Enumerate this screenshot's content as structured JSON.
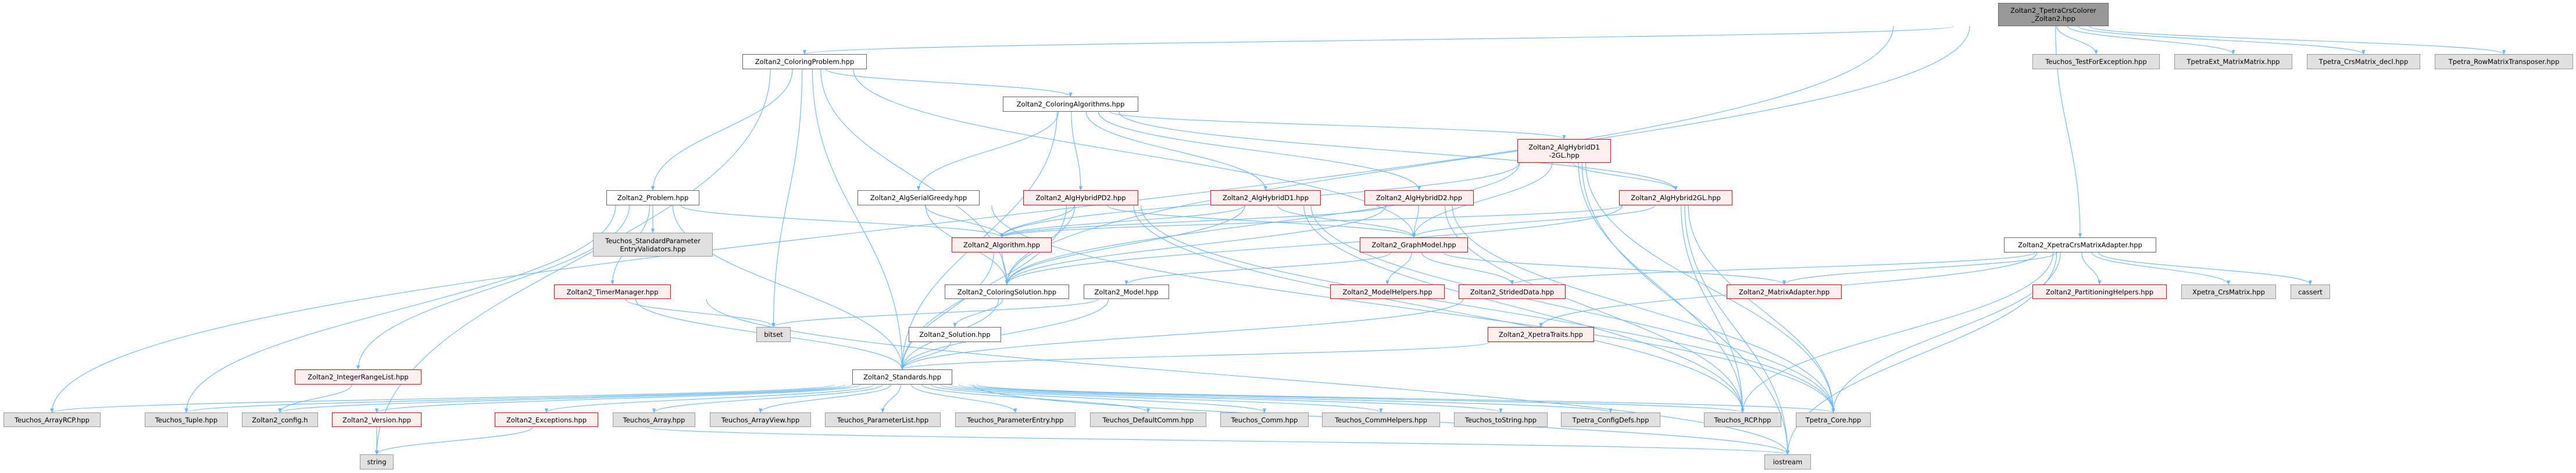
{
  "graph": {
    "edge_color": "#63b8ff",
    "nodes": [
      {
        "id": "root",
        "label": "Zoltan2_TpetraCrsColorer\n_Zoltan2.hpp",
        "kind": "root"
      },
      {
        "id": "colprob",
        "label": "Zoltan2_ColoringProblem.hpp",
        "kind": "doc"
      },
      {
        "id": "testexc",
        "label": "Teuchos_TestForException.hpp",
        "kind": "ext"
      },
      {
        "id": "mm",
        "label": "TpetraExt_MatrixMatrix.hpp",
        "kind": "ext"
      },
      {
        "id": "crsdecl",
        "label": "Tpetra_CrsMatrix_decl.hpp",
        "kind": "ext"
      },
      {
        "id": "rmt",
        "label": "Tpetra_RowMatrixTransposer.hpp",
        "kind": "ext"
      },
      {
        "id": "colalg",
        "label": "Zoltan2_ColoringAlgorithms.hpp",
        "kind": "doc"
      },
      {
        "id": "d12gl",
        "label": "Zoltan2_AlgHybridD1\n-2GL.hpp",
        "kind": "red"
      },
      {
        "id": "problem",
        "label": "Zoltan2_Problem.hpp",
        "kind": "doc"
      },
      {
        "id": "greedy",
        "label": "Zoltan2_AlgSerialGreedy.hpp",
        "kind": "doc"
      },
      {
        "id": "pd2",
        "label": "Zoltan2_AlgHybridPD2.hpp",
        "kind": "red"
      },
      {
        "id": "d1",
        "label": "Zoltan2_AlgHybridD1.hpp",
        "kind": "red"
      },
      {
        "id": "d2",
        "label": "Zoltan2_AlgHybridD2.hpp",
        "kind": "red"
      },
      {
        "id": "h2gl",
        "label": "Zoltan2_AlgHybrid2GL.hpp",
        "kind": "red"
      },
      {
        "id": "validators",
        "label": "Teuchos_StandardParameter\nEntryValidators.hpp",
        "kind": "ext"
      },
      {
        "id": "algorithm",
        "label": "Zoltan2_Algorithm.hpp",
        "kind": "red"
      },
      {
        "id": "graphmodel",
        "label": "Zoltan2_GraphModel.hpp",
        "kind": "red"
      },
      {
        "id": "xcrsadapter",
        "label": "Zoltan2_XpetraCrsMatrixAdapter.hpp",
        "kind": "doc"
      },
      {
        "id": "timer",
        "label": "Zoltan2_TimerManager.hpp",
        "kind": "red"
      },
      {
        "id": "colsol",
        "label": "Zoltan2_ColoringSolution.hpp",
        "kind": "doc"
      },
      {
        "id": "model",
        "label": "Zoltan2_Model.hpp",
        "kind": "doc"
      },
      {
        "id": "modelhelpers",
        "label": "Zoltan2_ModelHelpers.hpp",
        "kind": "red"
      },
      {
        "id": "strided",
        "label": "Zoltan2_StridedData.hpp",
        "kind": "red"
      },
      {
        "id": "matadapter",
        "label": "Zoltan2_MatrixAdapter.hpp",
        "kind": "red"
      },
      {
        "id": "parthelpers",
        "label": "Zoltan2_PartitioningHelpers.hpp",
        "kind": "red"
      },
      {
        "id": "xcrs",
        "label": "Xpetra_CrsMatrix.hpp",
        "kind": "ext"
      },
      {
        "id": "cassert",
        "label": "cassert",
        "kind": "ext"
      },
      {
        "id": "bitset",
        "label": "bitset",
        "kind": "ext"
      },
      {
        "id": "solution",
        "label": "Zoltan2_Solution.hpp",
        "kind": "doc"
      },
      {
        "id": "xtraits",
        "label": "Zoltan2_XpetraTraits.hpp",
        "kind": "red"
      },
      {
        "id": "intrange",
        "label": "Zoltan2_IntegerRangeList.hpp",
        "kind": "red"
      },
      {
        "id": "standards",
        "label": "Zoltan2_Standards.hpp",
        "kind": "doc"
      },
      {
        "id": "arrayrcp",
        "label": "Teuchos_ArrayRCP.hpp",
        "kind": "ext"
      },
      {
        "id": "tuple",
        "label": "Teuchos_Tuple.hpp",
        "kind": "ext"
      },
      {
        "id": "config",
        "label": "Zoltan2_config.h",
        "kind": "ext"
      },
      {
        "id": "version",
        "label": "Zoltan2_Version.hpp",
        "kind": "red"
      },
      {
        "id": "exceptions",
        "label": "Zoltan2_Exceptions.hpp",
        "kind": "red"
      },
      {
        "id": "array",
        "label": "Teuchos_Array.hpp",
        "kind": "ext"
      },
      {
        "id": "arrayview",
        "label": "Teuchos_ArrayView.hpp",
        "kind": "ext"
      },
      {
        "id": "plist",
        "label": "Teuchos_ParameterList.hpp",
        "kind": "ext"
      },
      {
        "id": "pentry",
        "label": "Teuchos_ParameterEntry.hpp",
        "kind": "ext"
      },
      {
        "id": "defcomm",
        "label": "Teuchos_DefaultComm.hpp",
        "kind": "ext"
      },
      {
        "id": "comm",
        "label": "Teuchos_Comm.hpp",
        "kind": "ext"
      },
      {
        "id": "commhelpers",
        "label": "Teuchos_CommHelpers.hpp",
        "kind": "ext"
      },
      {
        "id": "tostring",
        "label": "Teuchos_toString.hpp",
        "kind": "ext"
      },
      {
        "id": "configdefs",
        "label": "Tpetra_ConfigDefs.hpp",
        "kind": "ext"
      },
      {
        "id": "rcp",
        "label": "Teuchos_RCP.hpp",
        "kind": "ext"
      },
      {
        "id": "tcore",
        "label": "Tpetra_Core.hpp",
        "kind": "ext"
      },
      {
        "id": "string",
        "label": "string",
        "kind": "ext"
      },
      {
        "id": "iostream",
        "label": "iostream",
        "kind": "ext"
      }
    ],
    "edges": [
      [
        "root",
        "colprob"
      ],
      [
        "root",
        "testexc"
      ],
      [
        "root",
        "mm"
      ],
      [
        "root",
        "crsdecl"
      ],
      [
        "root",
        "rmt"
      ],
      [
        "root",
        "xcrsadapter"
      ],
      [
        "root",
        "arrayrcp"
      ],
      [
        "root",
        "colsol"
      ],
      [
        "colprob",
        "problem"
      ],
      [
        "colprob",
        "colalg"
      ],
      [
        "colprob",
        "bitset"
      ],
      [
        "colprob",
        "colsol"
      ],
      [
        "colprob",
        "standards"
      ],
      [
        "colprob",
        "string"
      ],
      [
        "colprob",
        "graphmodel"
      ],
      [
        "colalg",
        "greedy"
      ],
      [
        "colalg",
        "pd2"
      ],
      [
        "colalg",
        "d1"
      ],
      [
        "colalg",
        "d2"
      ],
      [
        "colalg",
        "d12gl"
      ],
      [
        "colalg",
        "h2gl"
      ],
      [
        "colalg",
        "standards"
      ],
      [
        "problem",
        "validators"
      ],
      [
        "problem",
        "timer"
      ],
      [
        "problem",
        "intrange"
      ],
      [
        "problem",
        "algorithm"
      ],
      [
        "problem",
        "standards"
      ],
      [
        "problem",
        "tuple"
      ],
      [
        "timer",
        "bitset"
      ],
      [
        "timer",
        "standards"
      ],
      [
        "timer",
        "iostream"
      ],
      [
        "intrange",
        "config"
      ],
      [
        "version",
        "string"
      ],
      [
        "exceptions",
        "string"
      ],
      [
        "exceptions",
        "iostream"
      ],
      [
        "greedy",
        "algorithm"
      ],
      [
        "greedy",
        "colsol"
      ],
      [
        "greedy",
        "tcore"
      ],
      [
        "pd2",
        "algorithm"
      ],
      [
        "pd2",
        "colsol"
      ],
      [
        "pd2",
        "graphmodel"
      ],
      [
        "pd2",
        "rcp"
      ],
      [
        "pd2",
        "tcore"
      ],
      [
        "pd2",
        "standards"
      ],
      [
        "d1",
        "algorithm"
      ],
      [
        "d1",
        "colsol"
      ],
      [
        "d1",
        "graphmodel"
      ],
      [
        "d1",
        "rcp"
      ],
      [
        "d1",
        "tcore"
      ],
      [
        "d2",
        "algorithm"
      ],
      [
        "d2",
        "colsol"
      ],
      [
        "d2",
        "graphmodel"
      ],
      [
        "d2",
        "rcp"
      ],
      [
        "d2",
        "tcore"
      ],
      [
        "d12gl",
        "algorithm"
      ],
      [
        "d12gl",
        "colsol"
      ],
      [
        "d12gl",
        "graphmodel"
      ],
      [
        "d12gl",
        "h2gl"
      ],
      [
        "d12gl",
        "rcp"
      ],
      [
        "d12gl",
        "tcore"
      ],
      [
        "d12gl",
        "iostream"
      ],
      [
        "h2gl",
        "algorithm"
      ],
      [
        "h2gl",
        "colsol"
      ],
      [
        "h2gl",
        "graphmodel"
      ],
      [
        "h2gl",
        "rcp"
      ],
      [
        "h2gl",
        "tcore"
      ],
      [
        "h2gl",
        "iostream"
      ],
      [
        "algorithm",
        "colsol"
      ],
      [
        "algorithm",
        "standards"
      ],
      [
        "colsol",
        "solution"
      ],
      [
        "colsol",
        "standards"
      ],
      [
        "solution",
        "standards"
      ],
      [
        "model",
        "bitset"
      ],
      [
        "model",
        "standards"
      ],
      [
        "graphmodel",
        "model"
      ],
      [
        "graphmodel",
        "modelhelpers"
      ],
      [
        "graphmodel",
        "strided"
      ],
      [
        "graphmodel",
        "matadapter"
      ],
      [
        "strided",
        "standards"
      ],
      [
        "xtraits",
        "standards"
      ],
      [
        "xcrsadapter",
        "matadapter"
      ],
      [
        "xcrsadapter",
        "strided"
      ],
      [
        "xcrsadapter",
        "xtraits"
      ],
      [
        "xcrsadapter",
        "parthelpers"
      ],
      [
        "xcrsadapter",
        "xcrs"
      ],
      [
        "xcrsadapter",
        "cassert"
      ],
      [
        "xcrsadapter",
        "iostream"
      ],
      [
        "xcrsadapter",
        "tcore"
      ],
      [
        "xcrsadapter",
        "rcp"
      ],
      [
        "standards",
        "arrayrcp"
      ],
      [
        "standards",
        "tuple"
      ],
      [
        "standards",
        "config"
      ],
      [
        "standards",
        "version"
      ],
      [
        "standards",
        "exceptions"
      ],
      [
        "standards",
        "array"
      ],
      [
        "standards",
        "arrayview"
      ],
      [
        "standards",
        "plist"
      ],
      [
        "standards",
        "pentry"
      ],
      [
        "standards",
        "defcomm"
      ],
      [
        "standards",
        "comm"
      ],
      [
        "standards",
        "commhelpers"
      ],
      [
        "standards",
        "tostring"
      ],
      [
        "standards",
        "configdefs"
      ],
      [
        "standards",
        "rcp"
      ],
      [
        "standards",
        "tcore"
      ],
      [
        "standards",
        "iostream"
      ]
    ]
  }
}
